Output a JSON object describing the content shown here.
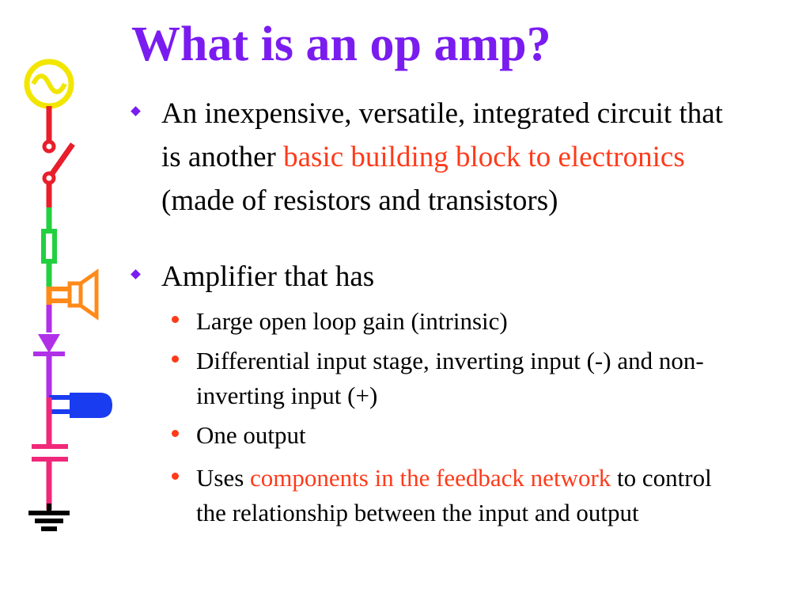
{
  "slide": {
    "title": "What is an op amp?",
    "bullets": [
      {
        "pre": "An inexpensive, versatile, integrated circuit that is another ",
        "highlight": "basic building block to electronics",
        "post": " (made of resistors and transistors)"
      },
      {
        "text": "Amplifier that has",
        "sub": [
          {
            "text": "Large open loop gain (intrinsic)"
          },
          {
            "text": "Differential input stage, inverting input (-) and non-inverting input (+)"
          },
          {
            "text": "One output"
          },
          {
            "pre": "Uses ",
            "highlight": "components in the feedback network",
            "post": " to control the relationship between the input and output"
          }
        ]
      }
    ]
  },
  "colors": {
    "title": "#7a1cf0",
    "highlight": "#ff3a1a",
    "bullet_level1": "#7a1cf0",
    "bullet_level2": "#ff3a1a"
  },
  "icons": {
    "left_strip": [
      "ac-source-icon",
      "switch-icon",
      "resistor-icon",
      "speaker-icon",
      "diode-icon",
      "led-icon",
      "capacitor-icon",
      "ground-icon"
    ]
  }
}
